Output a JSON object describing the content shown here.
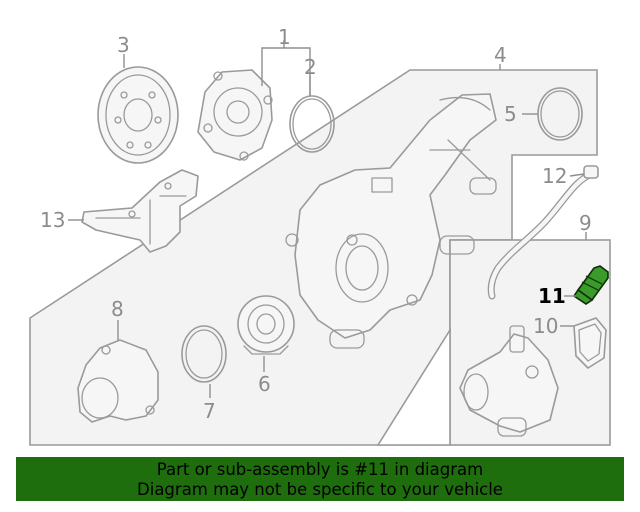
{
  "callouts": {
    "c1": "1",
    "c2": "2",
    "c3": "3",
    "c4": "4",
    "c5": "5",
    "c6": "6",
    "c7": "7",
    "c8": "8",
    "c9": "9",
    "c10": "10",
    "c11": "11",
    "c12": "12",
    "c13": "13"
  },
  "highlight": {
    "part": "11",
    "color": "#3a9a2a"
  },
  "banner": {
    "line1": "Part or sub-assembly is #11 in diagram",
    "line2": "Diagram may not be specific to your vehicle",
    "background": "#1f6e0d"
  }
}
